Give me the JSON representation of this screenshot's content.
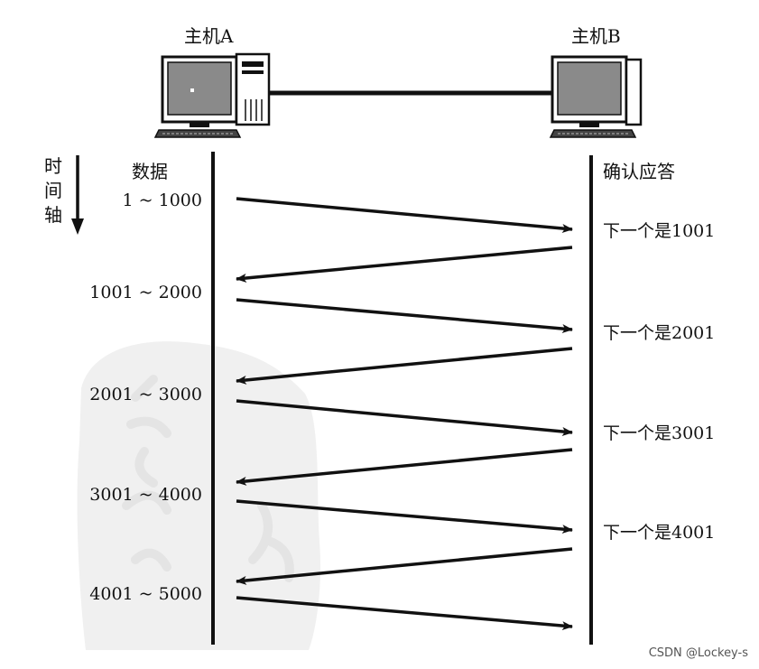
{
  "hosts": {
    "a": "主机A",
    "b": "主机B"
  },
  "headers": {
    "data": "数据",
    "ack": "确认应答"
  },
  "time_axis_label": "时间轴",
  "segments": [
    "1 ~ 1000",
    "1001 ~ 2000",
    "2001 ~ 3000",
    "3001 ~ 4000",
    "4001 ~ 5000"
  ],
  "acks": [
    "下一个是1001",
    "下一个是2001",
    "下一个是3001",
    "下一个是4001"
  ],
  "watermark": "CSDN @Lockey-s",
  "colors": {
    "ink": "#111111",
    "seal": "#e6e6e6",
    "monitor_screen": "#8a8a8a"
  }
}
